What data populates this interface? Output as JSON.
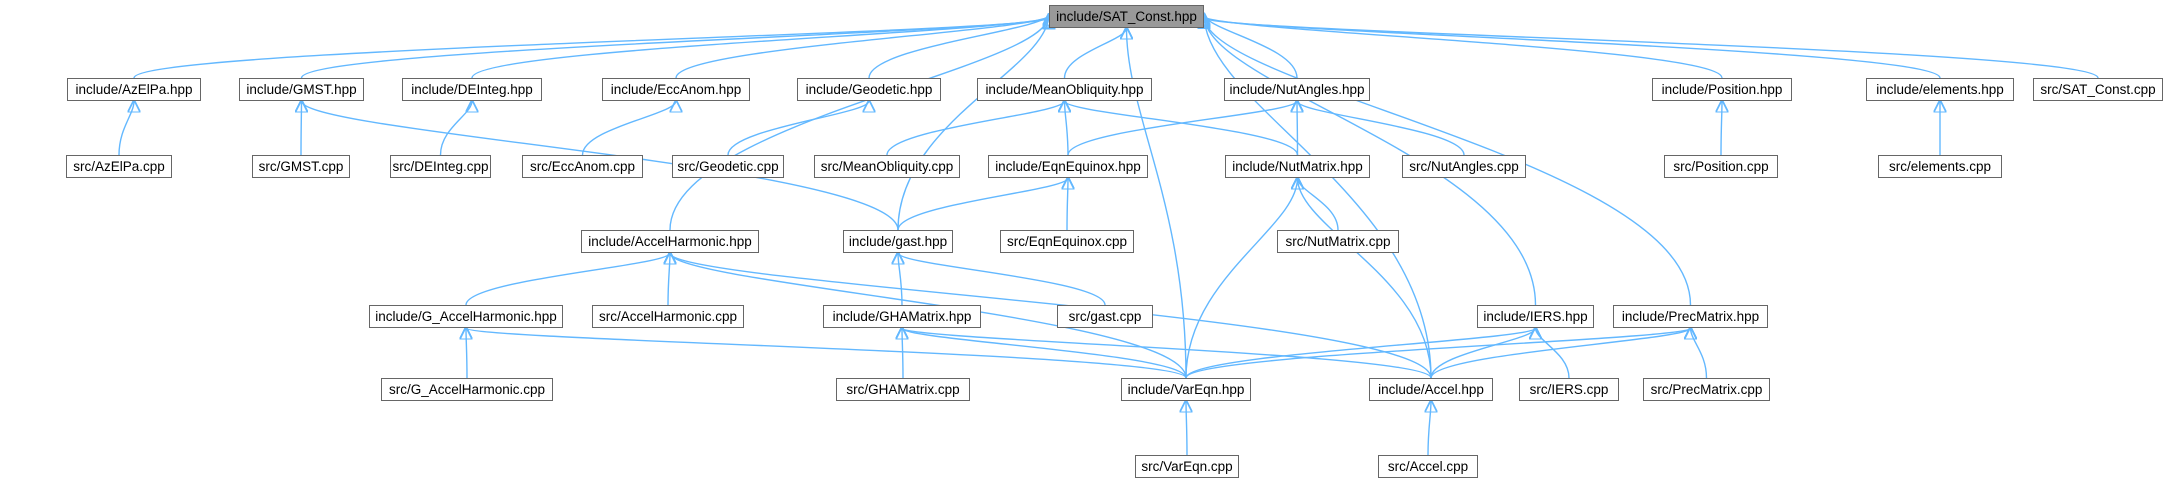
{
  "nodes": [
    {
      "id": "root",
      "label": "include/SAT_Const.hpp",
      "root": true
    },
    {
      "id": "azelpa_h",
      "label": "include/AzElPa.hpp"
    },
    {
      "id": "gmst_h",
      "label": "include/GMST.hpp"
    },
    {
      "id": "deinteg_h",
      "label": "include/DEInteg.hpp"
    },
    {
      "id": "eccanom_h",
      "label": "include/EccAnom.hpp"
    },
    {
      "id": "geodetic_h",
      "label": "include/Geodetic.hpp"
    },
    {
      "id": "meanobl_h",
      "label": "include/MeanObliquity.hpp"
    },
    {
      "id": "nutangles_h",
      "label": "include/NutAngles.hpp"
    },
    {
      "id": "position_h",
      "label": "include/Position.hpp"
    },
    {
      "id": "elements_h",
      "label": "include/elements.hpp"
    },
    {
      "id": "satconst_c",
      "label": "src/SAT_Const.cpp"
    },
    {
      "id": "azelpa_c",
      "label": "src/AzElPa.cpp"
    },
    {
      "id": "gmst_c",
      "label": "src/GMST.cpp"
    },
    {
      "id": "deinteg_c",
      "label": "src/DEInteg.cpp"
    },
    {
      "id": "eccanom_c",
      "label": "src/EccAnom.cpp"
    },
    {
      "id": "geodetic_c",
      "label": "src/Geodetic.cpp"
    },
    {
      "id": "meanobl_c",
      "label": "src/MeanObliquity.cpp"
    },
    {
      "id": "eqnequinox_h",
      "label": "include/EqnEquinox.hpp"
    },
    {
      "id": "nutmatrix_h",
      "label": "include/NutMatrix.hpp"
    },
    {
      "id": "nutangles_c",
      "label": "src/NutAngles.cpp"
    },
    {
      "id": "position_c",
      "label": "src/Position.cpp"
    },
    {
      "id": "elements_c",
      "label": "src/elements.cpp"
    },
    {
      "id": "accelharm_h",
      "label": "include/AccelHarmonic.hpp"
    },
    {
      "id": "gast_h",
      "label": "include/gast.hpp"
    },
    {
      "id": "eqnequinox_c",
      "label": "src/EqnEquinox.cpp"
    },
    {
      "id": "nutmatrix_c",
      "label": "src/NutMatrix.cpp"
    },
    {
      "id": "gaccelharm_h",
      "label": "include/G_AccelHarmonic.hpp"
    },
    {
      "id": "accelharm_c",
      "label": "src/AccelHarmonic.cpp"
    },
    {
      "id": "ghamatrix_h",
      "label": "include/GHAMatrix.hpp"
    },
    {
      "id": "gast_c",
      "label": "src/gast.cpp"
    },
    {
      "id": "iers_h",
      "label": "include/IERS.hpp"
    },
    {
      "id": "precmatrix_h",
      "label": "include/PrecMatrix.hpp"
    },
    {
      "id": "gaccelharm_c",
      "label": "src/G_AccelHarmonic.cpp"
    },
    {
      "id": "ghamatrix_c",
      "label": "src/GHAMatrix.cpp"
    },
    {
      "id": "vareqn_h",
      "label": "include/VarEqn.hpp"
    },
    {
      "id": "accel_h",
      "label": "include/Accel.hpp"
    },
    {
      "id": "iers_c",
      "label": "src/IERS.cpp"
    },
    {
      "id": "precmatrix_c",
      "label": "src/PrecMatrix.cpp"
    },
    {
      "id": "vareqn_c",
      "label": "src/VarEqn.cpp"
    },
    {
      "id": "accel_c",
      "label": "src/Accel.cpp"
    }
  ],
  "edges": [
    [
      "azelpa_h",
      "root"
    ],
    [
      "gmst_h",
      "root"
    ],
    [
      "deinteg_h",
      "root"
    ],
    [
      "eccanom_h",
      "root"
    ],
    [
      "geodetic_h",
      "root"
    ],
    [
      "meanobl_h",
      "root"
    ],
    [
      "nutangles_h",
      "root"
    ],
    [
      "position_h",
      "root"
    ],
    [
      "elements_h",
      "root"
    ],
    [
      "satconst_c",
      "root"
    ],
    [
      "accelharm_h",
      "root"
    ],
    [
      "gast_h",
      "root"
    ],
    [
      "vareqn_h",
      "root"
    ],
    [
      "iers_h",
      "root"
    ],
    [
      "precmatrix_h",
      "root"
    ],
    [
      "accel_h",
      "root"
    ],
    [
      "azelpa_c",
      "azelpa_h"
    ],
    [
      "gmst_c",
      "gmst_h"
    ],
    [
      "gast_h",
      "gmst_h"
    ],
    [
      "deinteg_c",
      "deinteg_h"
    ],
    [
      "eccanom_c",
      "eccanom_h"
    ],
    [
      "geodetic_c",
      "geodetic_h"
    ],
    [
      "meanobl_c",
      "meanobl_h"
    ],
    [
      "eqnequinox_h",
      "meanobl_h"
    ],
    [
      "nutmatrix_h",
      "meanobl_h"
    ],
    [
      "eqnequinox_h",
      "nutangles_h"
    ],
    [
      "nutmatrix_h",
      "nutangles_h"
    ],
    [
      "nutangles_c",
      "nutangles_h"
    ],
    [
      "position_c",
      "position_h"
    ],
    [
      "elements_c",
      "elements_h"
    ],
    [
      "gast_h",
      "eqnequinox_h"
    ],
    [
      "eqnequinox_c",
      "eqnequinox_h"
    ],
    [
      "nutmatrix_c",
      "nutmatrix_h"
    ],
    [
      "vareqn_h",
      "nutmatrix_h"
    ],
    [
      "accel_h",
      "nutmatrix_h"
    ],
    [
      "gaccelharm_h",
      "accelharm_h"
    ],
    [
      "accelharm_c",
      "accelharm_h"
    ],
    [
      "vareqn_h",
      "accelharm_h"
    ],
    [
      "accel_h",
      "accelharm_h"
    ],
    [
      "gast_c",
      "gast_h"
    ],
    [
      "ghamatrix_h",
      "gast_h"
    ],
    [
      "gaccelharm_c",
      "gaccelharm_h"
    ],
    [
      "vareqn_h",
      "gaccelharm_h"
    ],
    [
      "ghamatrix_c",
      "ghamatrix_h"
    ],
    [
      "vareqn_h",
      "ghamatrix_h"
    ],
    [
      "accel_h",
      "ghamatrix_h"
    ],
    [
      "iers_c",
      "iers_h"
    ],
    [
      "vareqn_h",
      "iers_h"
    ],
    [
      "accel_h",
      "iers_h"
    ],
    [
      "precmatrix_c",
      "precmatrix_h"
    ],
    [
      "vareqn_h",
      "precmatrix_h"
    ],
    [
      "accel_h",
      "precmatrix_h"
    ],
    [
      "vareqn_c",
      "vareqn_h"
    ],
    [
      "accel_c",
      "accel_h"
    ]
  ],
  "colors": {
    "edge": "#63b8ff",
    "border": "#666666",
    "root_fill": "#999999"
  }
}
